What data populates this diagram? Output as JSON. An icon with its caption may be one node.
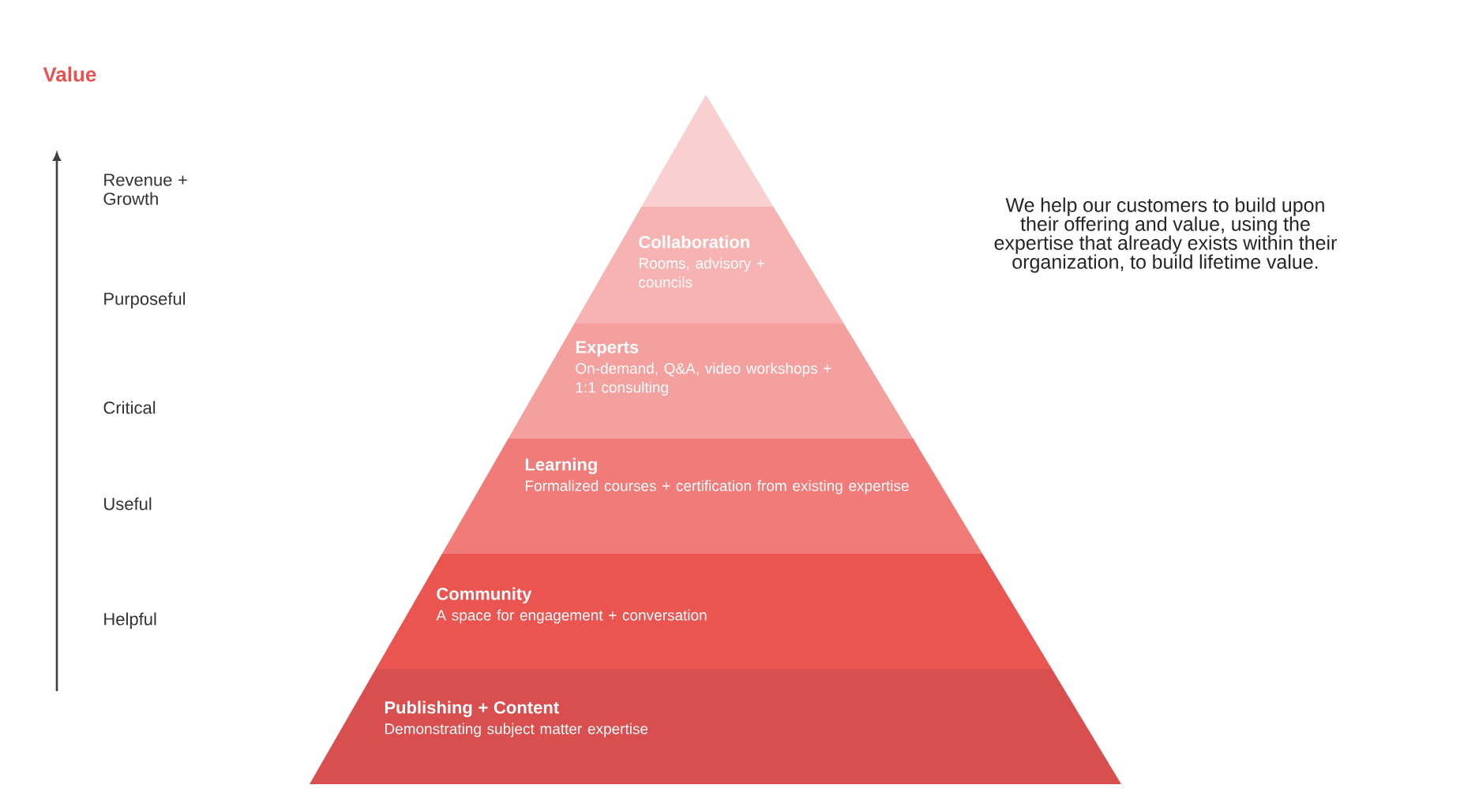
{
  "diagram": {
    "nodes": [
      {
        "text": [],
        "shape": "triangle"
      },
      {
        "text": [
          "Collaboration",
          "Rooms, advisory + councils"
        ]
      },
      {
        "text": [
          "Experts",
          "On-demand, Q&A, video workshops + 1:1 consulting"
        ]
      },
      {
        "text": [
          "Learning",
          "Formalized courses + certification from existing expertise"
        ]
      },
      {
        "text": [
          "Community",
          "A space for engagement + conversation"
        ]
      },
      {
        "text": [
          "Publishing + Content",
          "Demonstrating subject matter expertise"
        ]
      }
    ],
    "edges": [],
    "labels": [
      "Value",
      "Revenue + Growth",
      "Purposeful",
      "Critical",
      "Useful",
      "Helpful",
      "We help our customers to build upon their offering and value, using the expertise that already exists within their organization, to build lifetime value."
    ]
  }
}
